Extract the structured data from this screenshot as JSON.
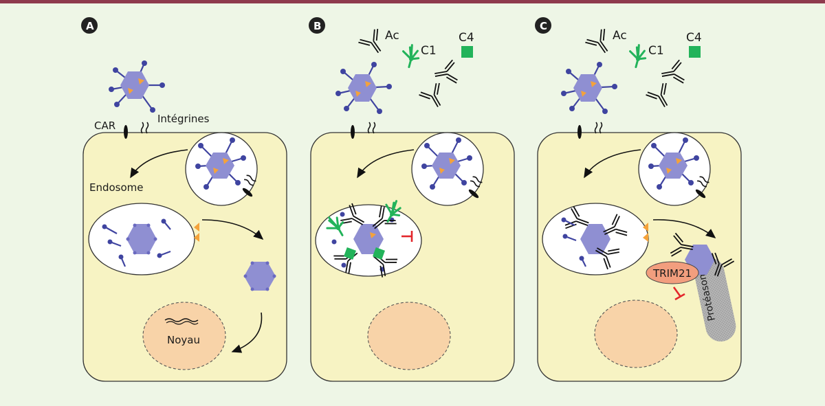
{
  "panels": [
    {
      "letter": "A",
      "labels": {
        "car": "CAR",
        "integrins": "Intégrines",
        "endosome": "Endosome",
        "nucleus": "Noyau"
      }
    },
    {
      "letter": "B",
      "labels": {
        "antibody": "Ac",
        "c1": "C1",
        "c4": "C4"
      }
    },
    {
      "letter": "C",
      "labels": {
        "antibody": "Ac",
        "c1": "C1",
        "c4": "C4",
        "trim21": "TRIM21",
        "proteasome": "Protéasome"
      }
    }
  ],
  "colors": {
    "background": "#eef6e6",
    "top_bar": "#8e3a4d",
    "cell": "#f7f3c3",
    "nucleus": "#f8d3a8",
    "capsid": "#8f8fd2",
    "spike": "#3f44a0",
    "triangle": "#f4a23b",
    "complement": "#22b35a",
    "inhibition": "#e3262b",
    "trim21": "#f29e7e",
    "proteasome": "#b8b8b8"
  }
}
